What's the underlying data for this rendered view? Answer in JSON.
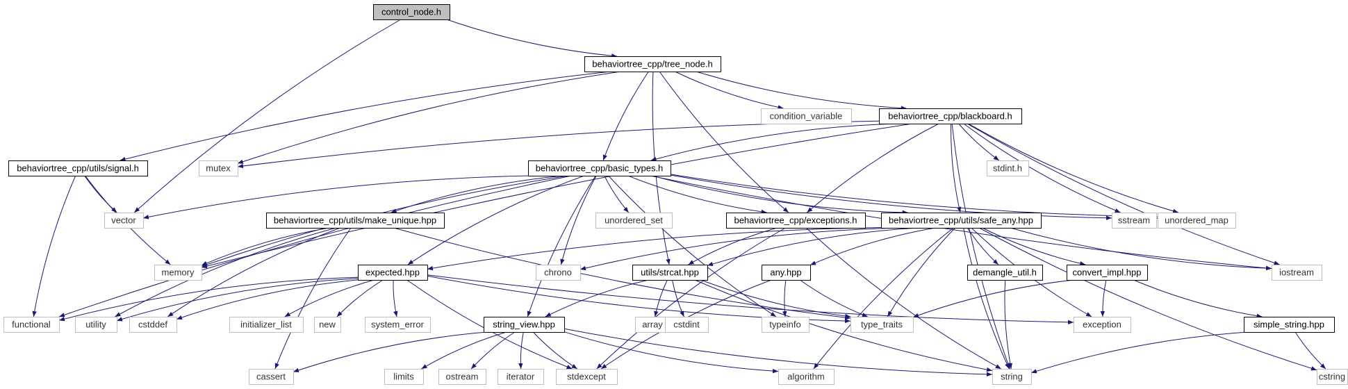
{
  "colors": {
    "edge": "#191970",
    "root_fill": "#bfbfbf",
    "node_border": "#000000",
    "external_border": "#bfbfbf"
  },
  "nodes": {
    "control_node_h": {
      "label": "control_node.h",
      "kind": "root"
    },
    "tree_node_h": {
      "label": "behaviortree_cpp/tree_node.h",
      "kind": "project"
    },
    "vector": {
      "label": "vector",
      "kind": "external"
    },
    "signal_h": {
      "label": "behaviortree_cpp/utils/signal.h",
      "kind": "project"
    },
    "mutex": {
      "label": "mutex",
      "kind": "external"
    },
    "basic_types_h": {
      "label": "behaviortree_cpp/basic_types.h",
      "kind": "project"
    },
    "strcat_hpp": {
      "label": "utils/strcat.hpp",
      "kind": "project"
    },
    "exceptions_h": {
      "label": "behaviortree_cpp/exceptions.h",
      "kind": "project"
    },
    "condition_variable": {
      "label": "condition_variable",
      "kind": "external"
    },
    "blackboard_h": {
      "label": "behaviortree_cpp/blackboard.h",
      "kind": "project"
    },
    "functional": {
      "label": "functional",
      "kind": "external"
    },
    "memory": {
      "label": "memory",
      "kind": "external"
    },
    "stdint_h": {
      "label": "stdint.h",
      "kind": "external"
    },
    "sstream": {
      "label": "sstream",
      "kind": "external"
    },
    "unordered_map": {
      "label": "unordered_map",
      "kind": "external"
    },
    "iostream": {
      "label": "iostream",
      "kind": "external"
    },
    "make_unique_hpp": {
      "label": "behaviortree_cpp/utils/make_unique.hpp",
      "kind": "project"
    },
    "unordered_set": {
      "label": "unordered_set",
      "kind": "external"
    },
    "safe_any_hpp": {
      "label": "behaviortree_cpp/utils/safe_any.hpp",
      "kind": "project"
    },
    "expected_hpp": {
      "label": "expected.hpp",
      "kind": "project"
    },
    "chrono": {
      "label": "chrono",
      "kind": "external"
    },
    "any_hpp": {
      "label": "any.hpp",
      "kind": "project"
    },
    "demangle_util_h": {
      "label": "demangle_util.h",
      "kind": "project"
    },
    "convert_impl_hpp": {
      "label": "convert_impl.hpp",
      "kind": "project"
    },
    "utility": {
      "label": "utility",
      "kind": "external"
    },
    "cstddef": {
      "label": "cstddef",
      "kind": "external"
    },
    "initializer_list": {
      "label": "initializer_list",
      "kind": "external"
    },
    "new": {
      "label": "new",
      "kind": "external"
    },
    "system_error": {
      "label": "system_error",
      "kind": "external"
    },
    "type_traits": {
      "label": "type_traits",
      "kind": "external"
    },
    "exception": {
      "label": "exception",
      "kind": "external"
    },
    "typeinfo": {
      "label": "typeinfo",
      "kind": "external"
    },
    "string_view_hpp": {
      "label": "string_view.hpp",
      "kind": "project"
    },
    "array": {
      "label": "array",
      "kind": "external"
    },
    "cstdint": {
      "label": "cstdint",
      "kind": "external"
    },
    "simple_string_hpp": {
      "label": "simple_string.hpp",
      "kind": "project"
    },
    "cassert": {
      "label": "cassert",
      "kind": "external"
    },
    "limits": {
      "label": "limits",
      "kind": "external"
    },
    "ostream": {
      "label": "ostream",
      "kind": "external"
    },
    "iterator": {
      "label": "iterator",
      "kind": "external"
    },
    "stdexcept": {
      "label": "stdexcept",
      "kind": "external"
    },
    "algorithm": {
      "label": "algorithm",
      "kind": "external"
    },
    "string": {
      "label": "string",
      "kind": "external"
    },
    "cstring": {
      "label": "cstring",
      "kind": "external"
    }
  },
  "edges": [
    [
      "control_node_h",
      "tree_node_h"
    ],
    [
      "control_node_h",
      "vector"
    ],
    [
      "tree_node_h",
      "signal_h"
    ],
    [
      "tree_node_h",
      "mutex"
    ],
    [
      "tree_node_h",
      "basic_types_h"
    ],
    [
      "tree_node_h",
      "strcat_hpp"
    ],
    [
      "tree_node_h",
      "exceptions_h"
    ],
    [
      "tree_node_h",
      "condition_variable"
    ],
    [
      "tree_node_h",
      "blackboard_h"
    ],
    [
      "signal_h",
      "vector"
    ],
    [
      "signal_h",
      "functional"
    ],
    [
      "signal_h",
      "memory"
    ],
    [
      "blackboard_h",
      "memory"
    ],
    [
      "blackboard_h",
      "mutex"
    ],
    [
      "blackboard_h",
      "basic_types_h"
    ],
    [
      "blackboard_h",
      "exceptions_h"
    ],
    [
      "blackboard_h",
      "safe_any_hpp"
    ],
    [
      "blackboard_h",
      "stdint_h"
    ],
    [
      "blackboard_h",
      "sstream"
    ],
    [
      "blackboard_h",
      "unordered_map"
    ],
    [
      "blackboard_h",
      "iostream"
    ],
    [
      "blackboard_h",
      "string"
    ],
    [
      "basic_types_h",
      "vector"
    ],
    [
      "basic_types_h",
      "memory"
    ],
    [
      "basic_types_h",
      "functional"
    ],
    [
      "basic_types_h",
      "make_unique_hpp"
    ],
    [
      "basic_types_h",
      "expected_hpp"
    ],
    [
      "basic_types_h",
      "string_view_hpp"
    ],
    [
      "basic_types_h",
      "chrono"
    ],
    [
      "basic_types_h",
      "unordered_set"
    ],
    [
      "basic_types_h",
      "typeinfo"
    ],
    [
      "basic_types_h",
      "exceptions_h"
    ],
    [
      "basic_types_h",
      "safe_any_hpp"
    ],
    [
      "basic_types_h",
      "sstream"
    ],
    [
      "basic_types_h",
      "unordered_map"
    ],
    [
      "basic_types_h",
      "iostream"
    ],
    [
      "make_unique_hpp",
      "memory"
    ],
    [
      "make_unique_hpp",
      "utility"
    ],
    [
      "make_unique_hpp",
      "cstddef"
    ],
    [
      "make_unique_hpp",
      "type_traits"
    ],
    [
      "make_unique_hpp",
      "cassert"
    ],
    [
      "exceptions_h",
      "strcat_hpp"
    ],
    [
      "exceptions_h",
      "stdexcept"
    ],
    [
      "exceptions_h",
      "string"
    ],
    [
      "safe_any_hpp",
      "expected_hpp"
    ],
    [
      "safe_any_hpp",
      "chrono"
    ],
    [
      "safe_any_hpp",
      "strcat_hpp"
    ],
    [
      "safe_any_hpp",
      "any_hpp"
    ],
    [
      "safe_any_hpp",
      "demangle_util_h"
    ],
    [
      "safe_any_hpp",
      "convert_impl_hpp"
    ],
    [
      "safe_any_hpp",
      "iostream"
    ],
    [
      "safe_any_hpp",
      "type_traits"
    ],
    [
      "safe_any_hpp",
      "algorithm"
    ],
    [
      "safe_any_hpp",
      "exception"
    ],
    [
      "safe_any_hpp",
      "string"
    ],
    [
      "safe_any_hpp",
      "cstring"
    ],
    [
      "expected_hpp",
      "functional"
    ],
    [
      "expected_hpp",
      "utility"
    ],
    [
      "expected_hpp",
      "cstddef"
    ],
    [
      "expected_hpp",
      "initializer_list"
    ],
    [
      "expected_hpp",
      "new"
    ],
    [
      "expected_hpp",
      "system_error"
    ],
    [
      "expected_hpp",
      "stdexcept"
    ],
    [
      "expected_hpp",
      "type_traits"
    ],
    [
      "expected_hpp",
      "exception"
    ],
    [
      "strcat_hpp",
      "string_view_hpp"
    ],
    [
      "strcat_hpp",
      "array"
    ],
    [
      "strcat_hpp",
      "cstdint"
    ],
    [
      "strcat_hpp",
      "type_traits"
    ],
    [
      "strcat_hpp",
      "string"
    ],
    [
      "any_hpp",
      "typeinfo"
    ],
    [
      "any_hpp",
      "type_traits"
    ],
    [
      "any_hpp",
      "stdexcept"
    ],
    [
      "demangle_util_h",
      "string"
    ],
    [
      "convert_impl_hpp",
      "type_traits"
    ],
    [
      "convert_impl_hpp",
      "exception"
    ],
    [
      "convert_impl_hpp",
      "simple_string_hpp"
    ],
    [
      "simple_string_hpp",
      "string"
    ],
    [
      "simple_string_hpp",
      "cstring"
    ],
    [
      "string_view_hpp",
      "cassert"
    ],
    [
      "string_view_hpp",
      "limits"
    ],
    [
      "string_view_hpp",
      "ostream"
    ],
    [
      "string_view_hpp",
      "iterator"
    ],
    [
      "string_view_hpp",
      "stdexcept"
    ],
    [
      "string_view_hpp",
      "algorithm"
    ],
    [
      "string_view_hpp",
      "string"
    ]
  ]
}
